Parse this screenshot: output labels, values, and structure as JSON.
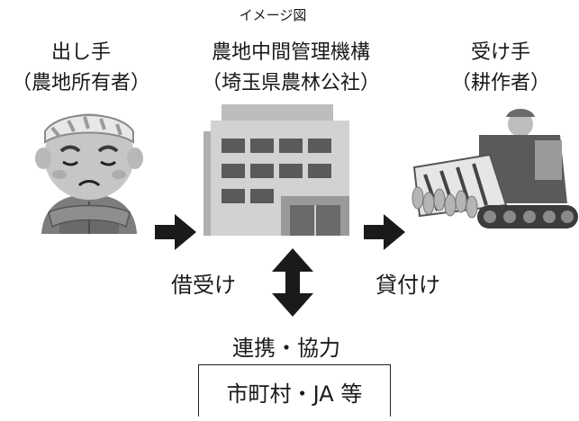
{
  "caption": "イメージ図",
  "giver": {
    "title": "出し手",
    "subtitle": "（農地所有者）"
  },
  "organization": {
    "title": "農地中間管理機構",
    "subtitle": "（埼玉県農林公社）"
  },
  "receiver": {
    "title": "受け手",
    "subtitle": "（耕作者）"
  },
  "flows": {
    "borrow_label": "借受け",
    "lend_label": "貸付け",
    "coop_label": "連携・協力"
  },
  "partners": {
    "label": "市町村・JA 等"
  },
  "icons": {
    "farmer_icon": "elderly-farmer-illustration",
    "org_icon": "office-building-illustration",
    "tractor_icon": "tractor-harvester-illustration",
    "arrow_right": "right-arrow-icon",
    "arrow_updown": "double-vertical-arrow-icon"
  }
}
